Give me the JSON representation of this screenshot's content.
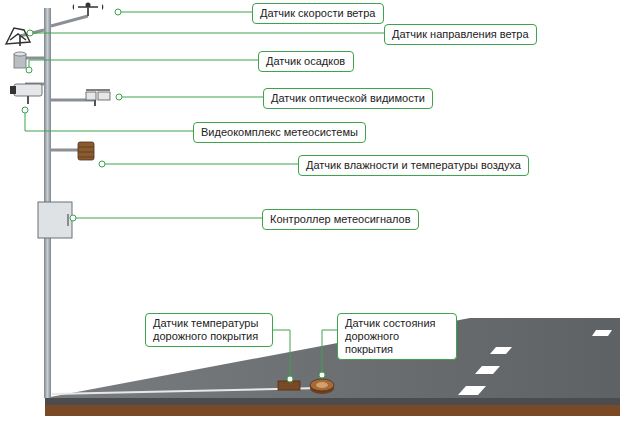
{
  "diagram": {
    "nodes": [
      {
        "text": [
          "Датчик скорости ветра"
        ]
      },
      {
        "text": [
          "Датчик направления ветра"
        ]
      },
      {
        "text": [
          "Датчик осадков"
        ]
      },
      {
        "text": [
          "Датчик оптической видимости"
        ]
      },
      {
        "text": [
          "Видеокомплекс метеосистемы"
        ]
      },
      {
        "text": [
          "Датчик влажности и температуры воздуха"
        ]
      },
      {
        "text": [
          "Контроллер метеосигналов"
        ]
      },
      {
        "text": [
          "Датчик температуры дорожного покрытия"
        ]
      },
      {
        "text": [
          "Датчик состояния дорожного покрытия"
        ]
      }
    ]
  }
}
